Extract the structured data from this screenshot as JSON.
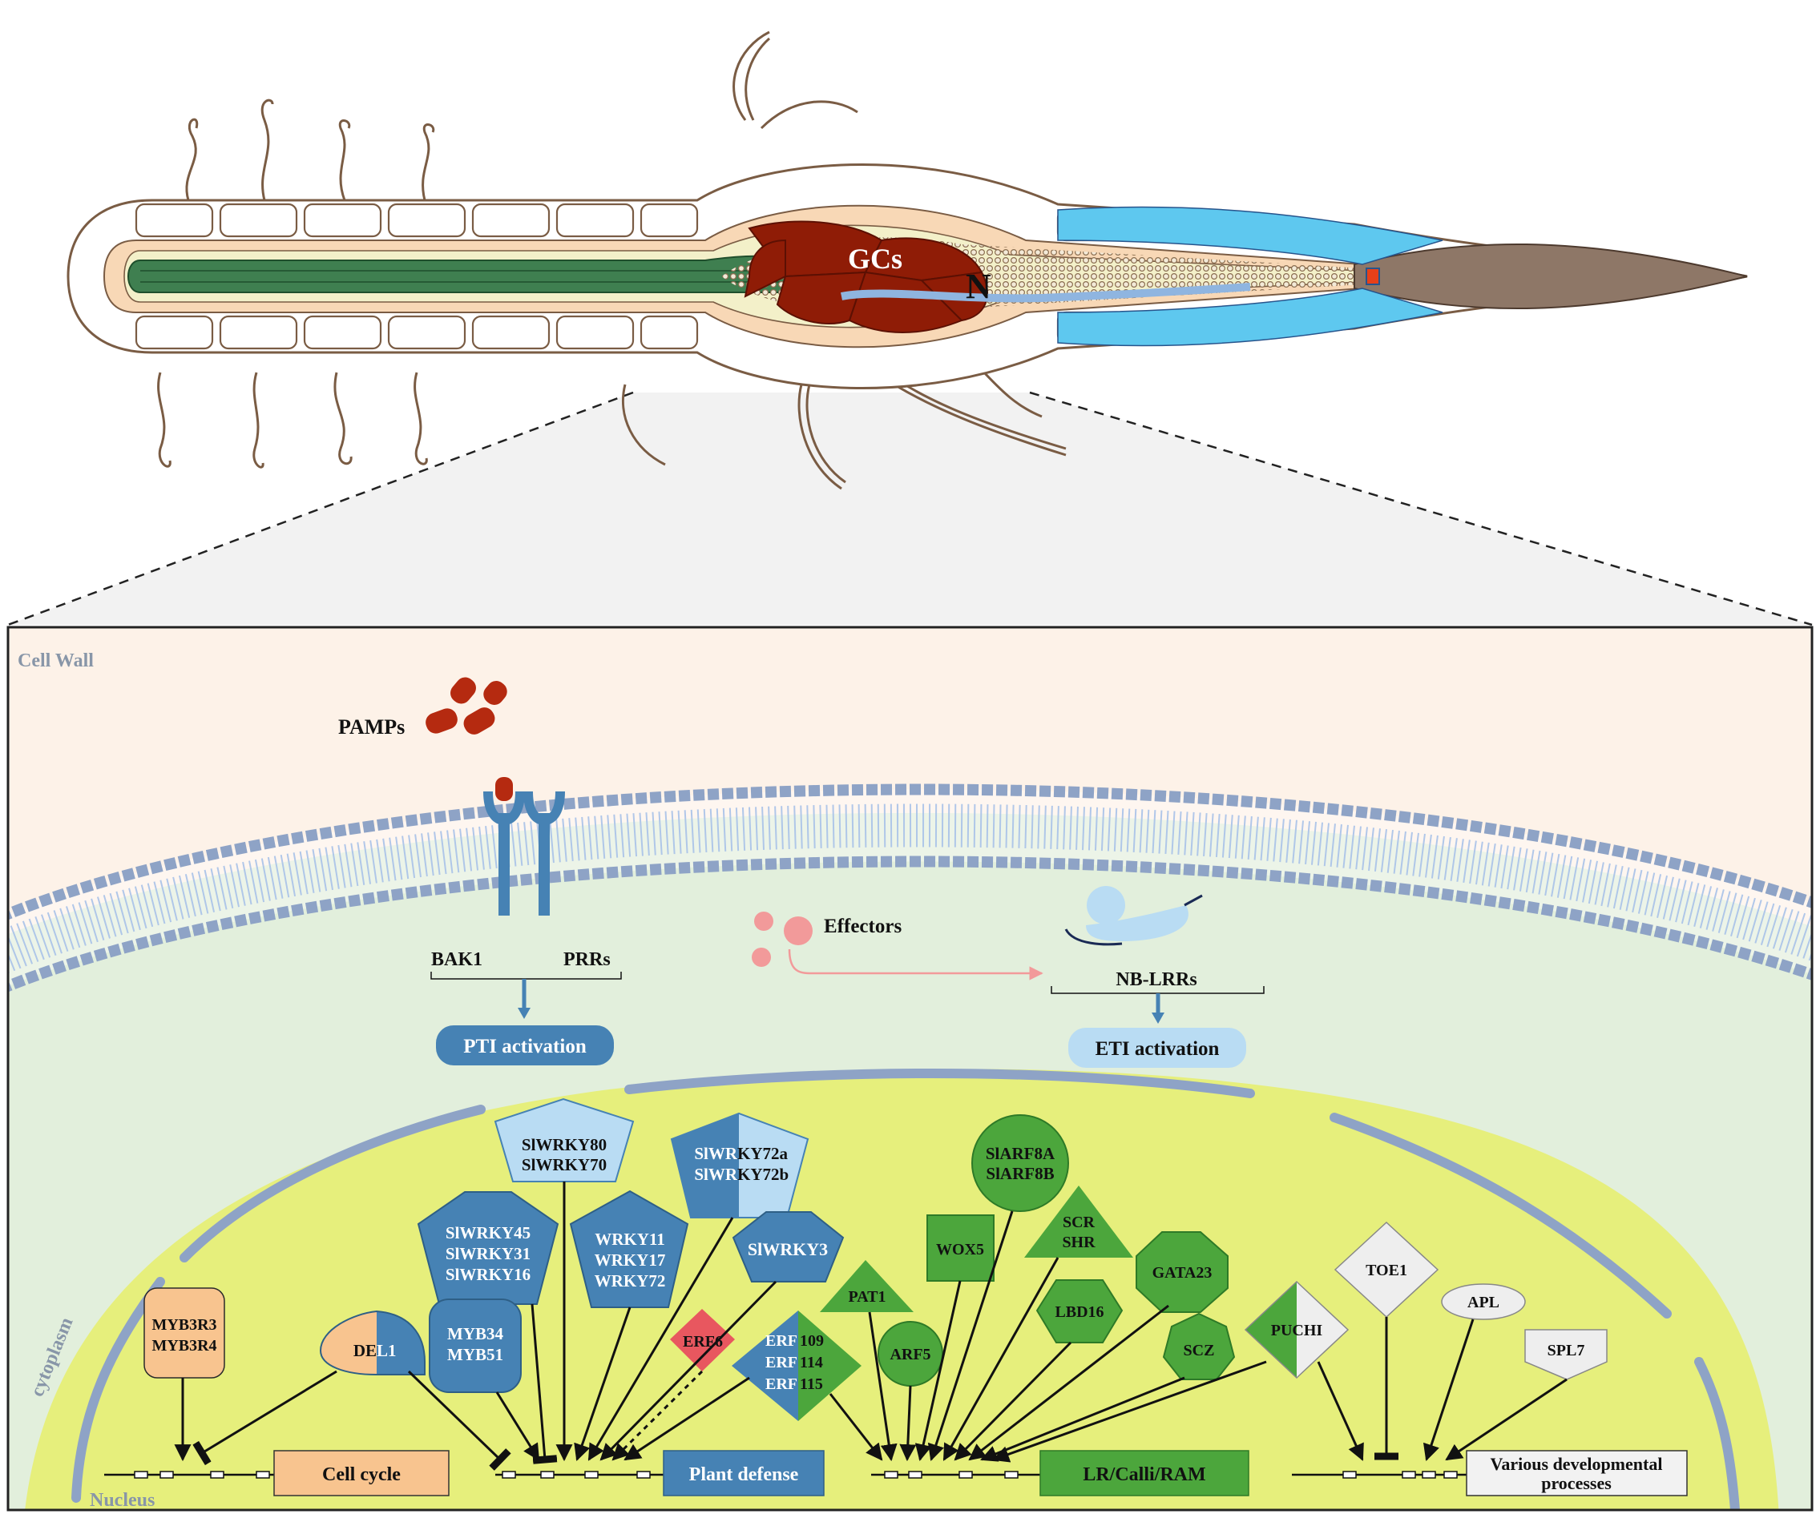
{
  "root": {
    "gcs_label": "GCs",
    "nucleus_label": "N"
  },
  "cell": {
    "cell_wall": "Cell Wall",
    "cytoplasm": "cytoplasm",
    "nucleus": "Nucleus",
    "pamps": "PAMPs",
    "effectors": "Effectors",
    "bak1": "BAK1",
    "prrs": "PRRs",
    "nb_lrrs": "NB-LRRs",
    "pti": "PTI activation",
    "eti": "ETI activation"
  },
  "factors": {
    "wrky80": "SlWRKY80",
    "wrky70": "SlWRKY70",
    "wrky72a_left": "SlWR",
    "wrky72a_right": "KY72a",
    "wrky72b_left": "SlWR",
    "wrky72b_right": "KY72b",
    "wrky45": "SlWRKY45",
    "wrky31": "SlWRKY31",
    "wrky16": "SlWRKY16",
    "wrky11": "WRKY11",
    "wrky17": "WRKY17",
    "wrky72": "WRKY72",
    "slwrky3": "SlWRKY3",
    "myb3r3": "MYB3R3",
    "myb3r4": "MYB3R4",
    "del1_left": "DE",
    "del1_right": "L1",
    "myb34": "MYB34",
    "myb51": "MYB51",
    "erf6": "ERF6",
    "erf109_left": "ERF",
    "erf109_right": "109",
    "erf114_left": "ERF",
    "erf114_right": "114",
    "erf115_left": "ERF",
    "erf115_right": "115",
    "pat1": "PAT1",
    "arf5": "ARF5",
    "wox5": "WOX5",
    "slarf8a": "SlARF8A",
    "slarf8b": "SlARF8B",
    "scr": "SCR",
    "shr": "SHR",
    "lbd16": "LBD16",
    "gata23": "GATA23",
    "scz": "SCZ",
    "puchi": "PUCHI",
    "toe1": "TOE1",
    "apl": "APL",
    "spl7": "SPL7"
  },
  "outputs": {
    "cell_cycle": "Cell cycle",
    "plant_defense": "Plant defense",
    "lr_calli_ram": "LR/Calli/RAM",
    "various_line1": "Various developmental",
    "various_line2": "processes"
  },
  "colors": {
    "cell_wall_bg": "#fdf2e8",
    "cytoplasm_bg": "#e2efdc",
    "nucleus_fill": "#e6ef7c",
    "defense_blue": "#4682b4",
    "light_blue": "#b9dcf3",
    "develop_green": "#4ca63c",
    "cell_cycle_orange": "#f8c48f",
    "erf6_red": "#e8575f",
    "pamp_red": "#b52a10",
    "effector_pink": "#f29a9a",
    "giant_cell_red": "#8f1c06",
    "stele_green": "#3f7f50",
    "root_cap_blue": "#5ec8ef",
    "root_cap_brown": "#8e7767"
  }
}
